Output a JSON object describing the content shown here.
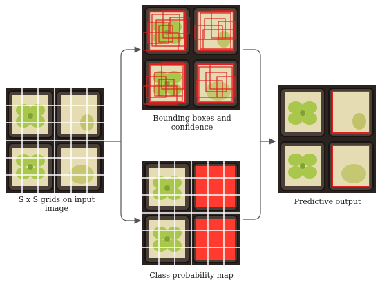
{
  "labels": {
    "input": "S x S grids on input image",
    "bounding": "Bounding boxes and confidence",
    "class_map": "Class probability map",
    "output": "Predictive output"
  },
  "colors": {
    "tray": "#2a2320",
    "cell": "#4a3f38",
    "cell_edge": "#1b1512",
    "block": "#e6dcb4",
    "moss": "#b7bd55",
    "plant": "#a9c74b",
    "plant_dark": "#7fa235",
    "grid": "#ffffff",
    "bbox": "#e02020",
    "prob_red": "#ff3b2f",
    "arrow": "#555555"
  }
}
